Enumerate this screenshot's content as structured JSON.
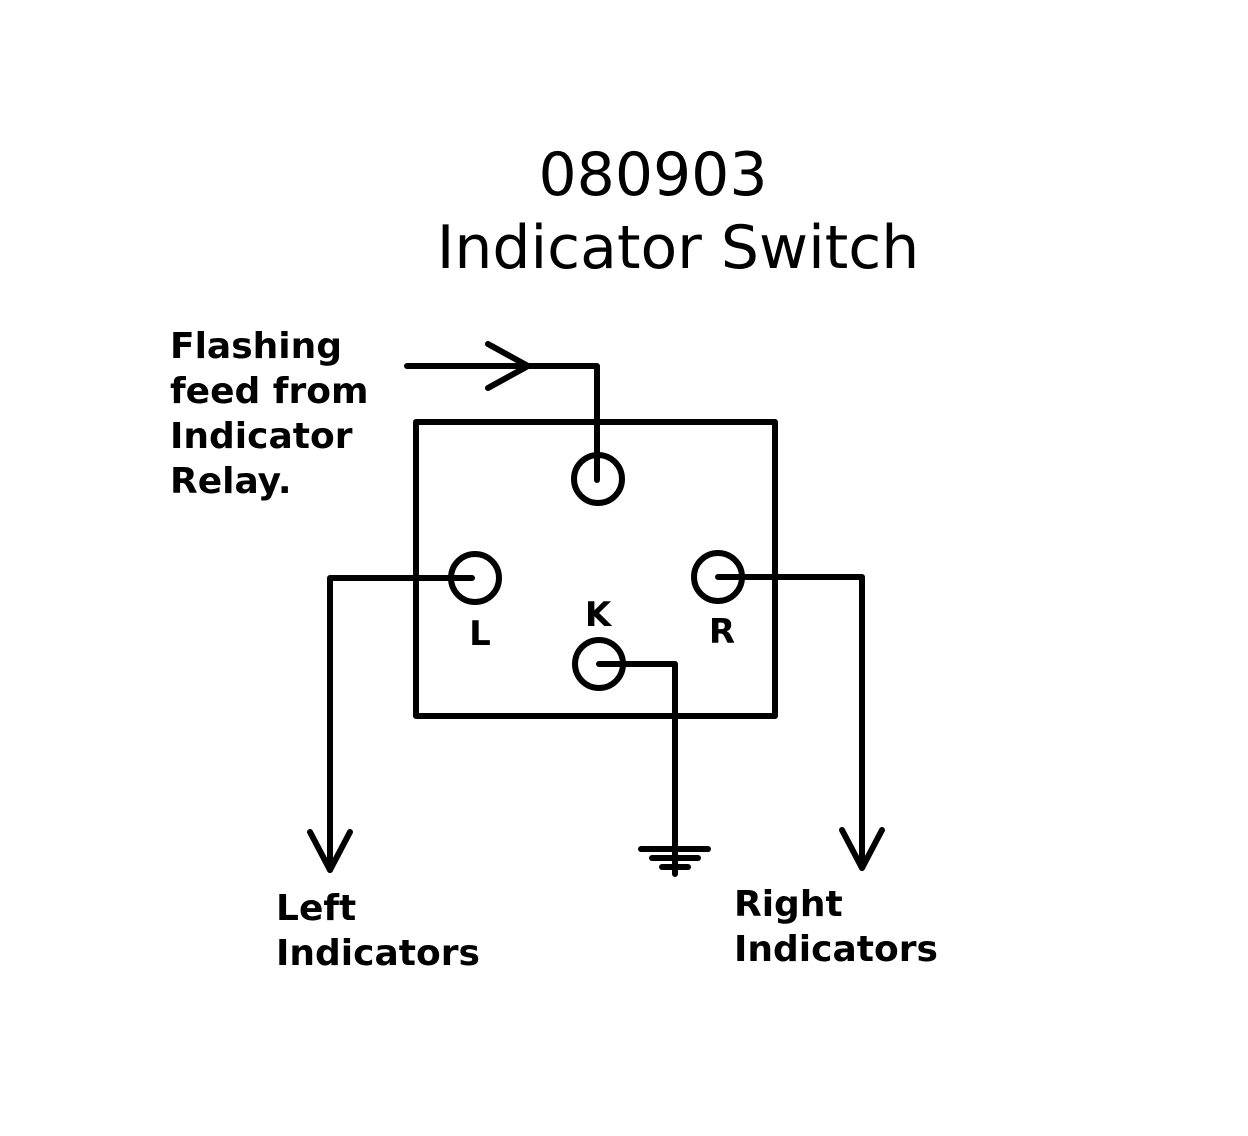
{
  "diagram": {
    "part_number": "080903",
    "title": "Indicator Switch",
    "feed_label_lines": [
      "Flashing",
      "feed from",
      "Indicator",
      "Relay."
    ],
    "terminals": {
      "left": "L",
      "right": "R",
      "earth": "K"
    },
    "left_output_lines": [
      "Left",
      "Indicators"
    ],
    "right_output_lines": [
      "Right",
      "Indicators"
    ],
    "colors": {
      "ink": "#000000",
      "background": "#ffffff"
    }
  }
}
